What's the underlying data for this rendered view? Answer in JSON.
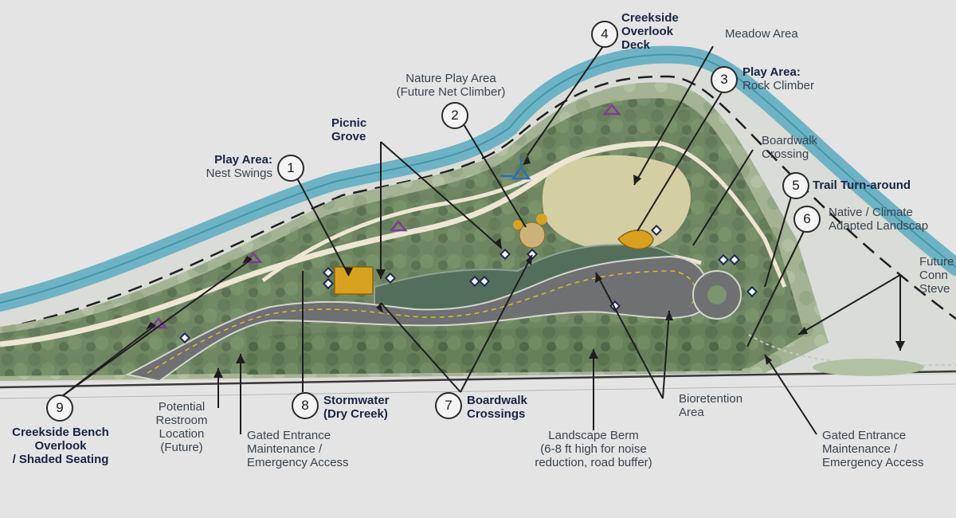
{
  "callouts": [
    {
      "num": "1",
      "title": "Play Area:",
      "sub": "Nest Swings"
    },
    {
      "num": "2",
      "title": "Nature Play Area",
      "sub": "(Future Net Climber)"
    },
    {
      "num": "3",
      "title": "Play Area:",
      "sub": "Rock Climber"
    },
    {
      "num": "4",
      "title": "Creekside Overlook Deck"
    },
    {
      "num": "5",
      "title": "Trail Turn-around"
    },
    {
      "num": "6",
      "title": "Native / Climate",
      "sub": "Adapted Landscap"
    },
    {
      "num": "7",
      "title": "Boardwalk",
      "sub": "Crossings"
    },
    {
      "num": "8",
      "title": "Stormwater",
      "sub": "(Dry Creek)"
    },
    {
      "num": "9",
      "title": "Creekside Bench",
      "sub": "Overlook",
      "sub2": "/ Shaded Seating"
    }
  ],
  "labels": {
    "picnic_1": "Picnic",
    "picnic_2": "Grove",
    "overlook_1": "Creekside",
    "overlook_2": "Overlook",
    "overlook_3": "Deck",
    "meadow": "Meadow Area",
    "boardwalk_xing_1": "Boardwalk",
    "boardwalk_xing_2": "Crossing",
    "future_1": "Future",
    "future_2": "Conn",
    "future_3": "Steve",
    "restroom_1": "Potential",
    "restroom_2": "Restroom",
    "restroom_3": "Location",
    "restroom_4": "(Future)",
    "gated_1": "Gated Entrance",
    "gated_2": "Maintenance /",
    "gated_3": "Emergency Access",
    "gated_right_1": "Gated Entrance",
    "gated_right_2": "Maintenance /",
    "gated_right_3": "Emergency Access",
    "berm_1": "Landscape Berm",
    "berm_2": "(6-8 ft high for noise",
    "berm_3": "reduction, road buffer)",
    "bio_1": "Bioretention",
    "bio_2": "Area"
  },
  "colors": {
    "background": "#e3e4e3",
    "creek": "#4aa3b8",
    "vegetation_dark": "#5f7a55",
    "vegetation_light": "#9bb08a",
    "meadow": "#d3cfa2",
    "path": "#ece7d4",
    "road": "#6f7173",
    "play_surface": "#d9a21e",
    "amenity_purple": "#7a3f92",
    "amenity_blue": "#2d6fb5",
    "label_bold": "#1b2442",
    "label": "#3c4350"
  }
}
